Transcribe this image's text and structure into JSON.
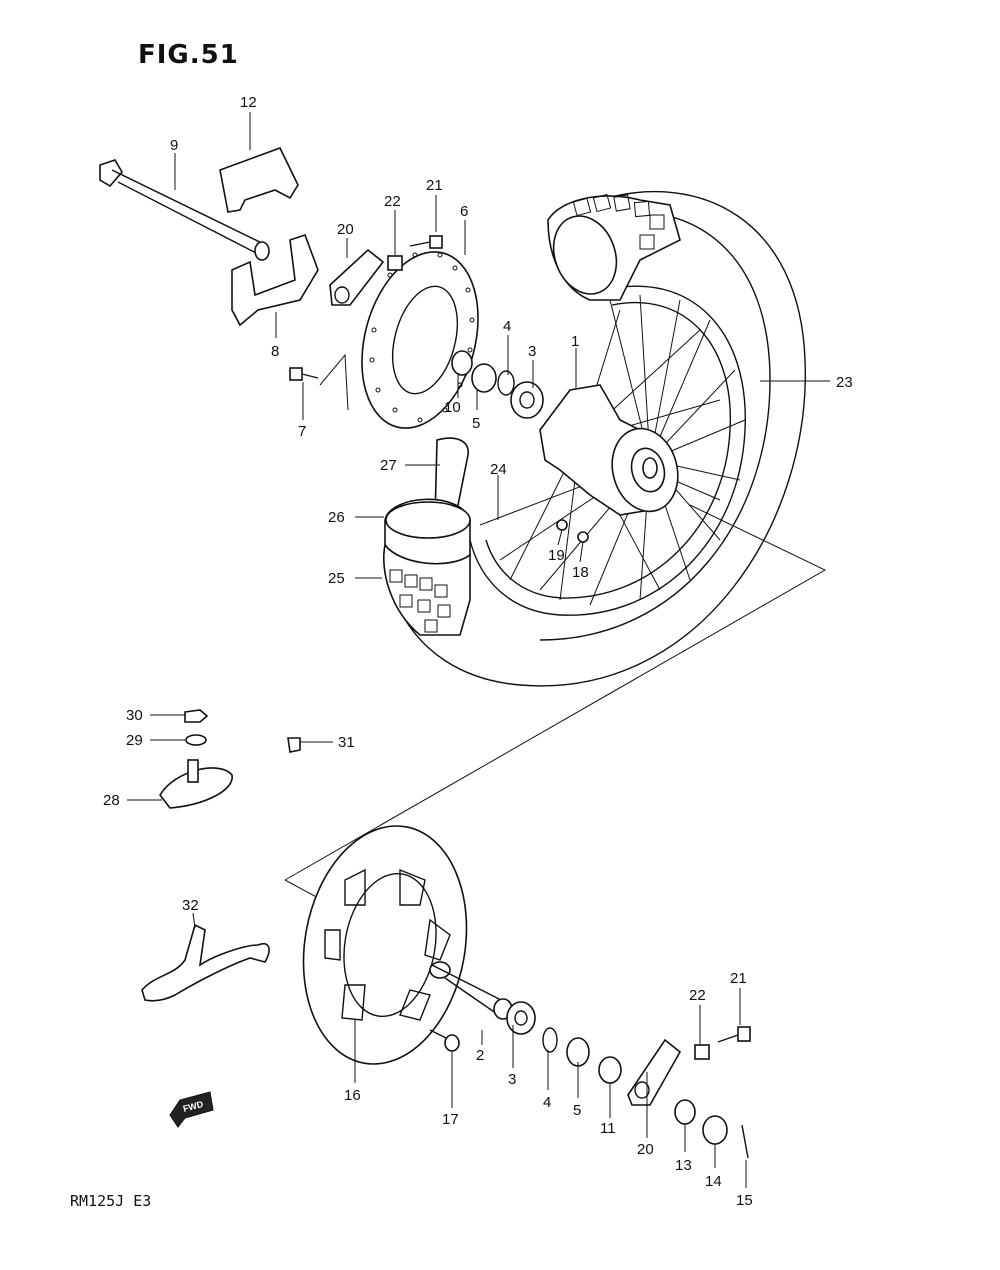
{
  "figure": {
    "title": "FIG.51",
    "model_code": "RM125J E3",
    "fwd_label": "FWD"
  },
  "colors": {
    "ink": "#111111",
    "paper": "#ffffff"
  },
  "callouts": [
    {
      "id": "c1",
      "label": "1"
    },
    {
      "id": "c2",
      "label": "2"
    },
    {
      "id": "c3a",
      "label": "3"
    },
    {
      "id": "c3b",
      "label": "3"
    },
    {
      "id": "c4a",
      "label": "4"
    },
    {
      "id": "c4b",
      "label": "4"
    },
    {
      "id": "c5a",
      "label": "5"
    },
    {
      "id": "c5b",
      "label": "5"
    },
    {
      "id": "c6",
      "label": "6"
    },
    {
      "id": "c7",
      "label": "7"
    },
    {
      "id": "c8",
      "label": "8"
    },
    {
      "id": "c9",
      "label": "9"
    },
    {
      "id": "c10",
      "label": "10"
    },
    {
      "id": "c11",
      "label": "11"
    },
    {
      "id": "c12",
      "label": "12"
    },
    {
      "id": "c13",
      "label": "13"
    },
    {
      "id": "c14",
      "label": "14"
    },
    {
      "id": "c15",
      "label": "15"
    },
    {
      "id": "c16",
      "label": "16"
    },
    {
      "id": "c17",
      "label": "17"
    },
    {
      "id": "c18",
      "label": "18"
    },
    {
      "id": "c19",
      "label": "19"
    },
    {
      "id": "c20a",
      "label": "20"
    },
    {
      "id": "c20b",
      "label": "20"
    },
    {
      "id": "c21a",
      "label": "21"
    },
    {
      "id": "c21b",
      "label": "21"
    },
    {
      "id": "c22a",
      "label": "22"
    },
    {
      "id": "c22b",
      "label": "22"
    },
    {
      "id": "c23",
      "label": "23"
    },
    {
      "id": "c24",
      "label": "24"
    },
    {
      "id": "c25",
      "label": "25"
    },
    {
      "id": "c26",
      "label": "26"
    },
    {
      "id": "c27",
      "label": "27"
    },
    {
      "id": "c28",
      "label": "28"
    },
    {
      "id": "c29",
      "label": "29"
    },
    {
      "id": "c30",
      "label": "30"
    },
    {
      "id": "c31",
      "label": "31"
    },
    {
      "id": "c32",
      "label": "32"
    }
  ]
}
